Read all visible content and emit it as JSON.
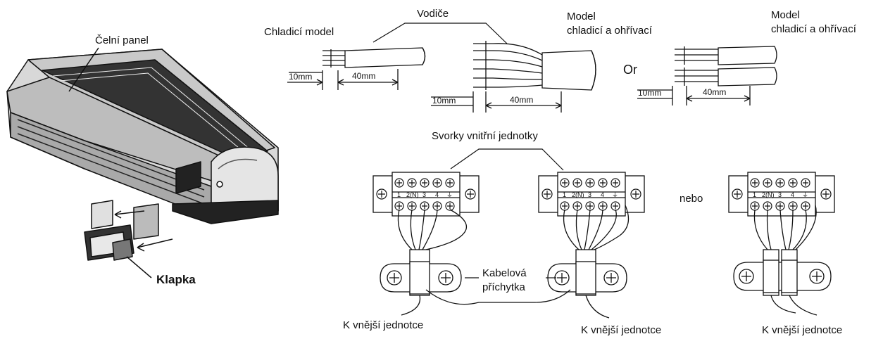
{
  "labels": {
    "front_panel": "Čelní panel",
    "flap": "Klapka",
    "wires": "Vodiče",
    "cooling_model": "Chladicí model",
    "model_1": "Model",
    "cooling_heating_1": "chladicí a ohřívací",
    "model_2": "Model",
    "cooling_heating_2": "chladicí a ohřívací",
    "or": "Or",
    "dim_10_a": "10mm",
    "dim_40_a": "40mm",
    "dim_10_b": "10mm",
    "dim_40_b": "40mm",
    "dim_10_c": "10mm",
    "dim_40_c": "40mm",
    "terminals_title": "Svorky vnitřní jednotky",
    "nebo": "nebo",
    "cable_clamp_1": "Kabelová",
    "cable_clamp_2": "příchytka",
    "to_outdoor_1": "K vnější jednotce",
    "to_outdoor_2": "K vnější jednotce",
    "to_outdoor_3": "K vnější jednotce",
    "terminal_labels": [
      "1",
      "2(N)",
      "3",
      "4",
      "⏚"
    ]
  }
}
